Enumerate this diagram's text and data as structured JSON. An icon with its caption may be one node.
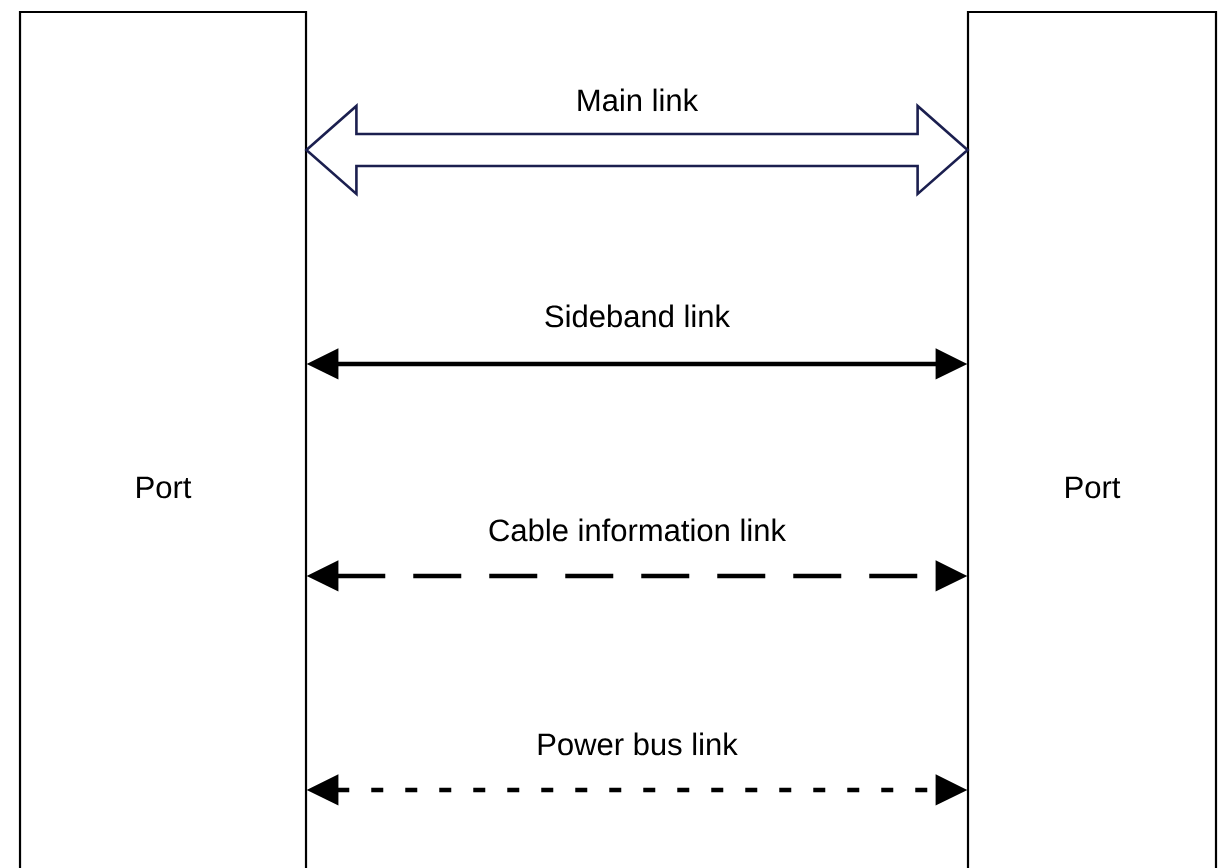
{
  "diagram": {
    "nodes": [
      {
        "text": [
          "Port"
        ]
      },
      {
        "text": [
          "Port"
        ]
      }
    ],
    "edges": [
      {
        "from": 0,
        "to": 1,
        "arrow": "both",
        "label": "Main link",
        "style": "thick",
        "color": "#1b1f4f"
      },
      {
        "from": 0,
        "to": 1,
        "arrow": "both",
        "label": "Sideband link"
      },
      {
        "from": 0,
        "to": 1,
        "arrow": "both",
        "label": "Cable information link",
        "style": "dashed"
      },
      {
        "from": 0,
        "to": 1,
        "arrow": "both",
        "label": "Power bus link",
        "style": "dashed"
      }
    ]
  }
}
